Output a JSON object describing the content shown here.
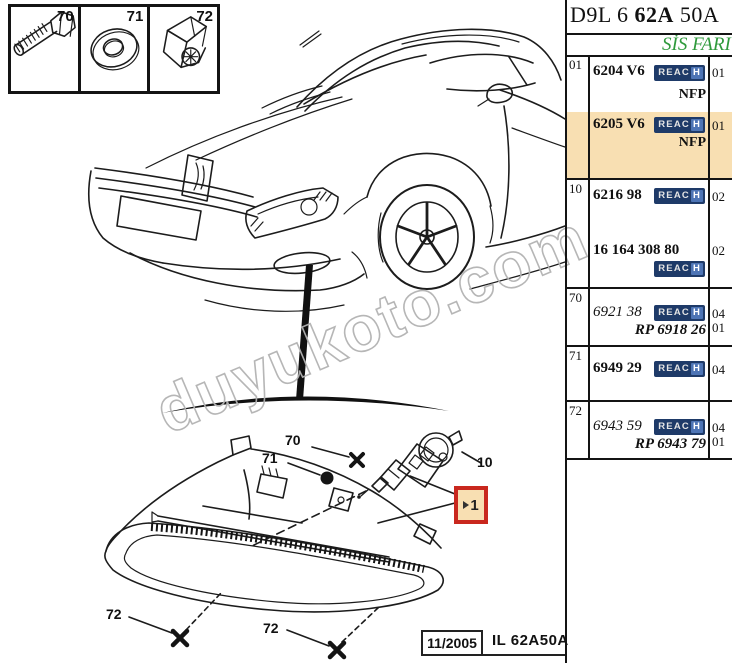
{
  "colors": {
    "highlight": "#f8dfb2",
    "alert_red": "#c9281e",
    "reach_bg": "#1e3a68",
    "reach_h_bg": "#4d74b5",
    "subtitle_green": "#2f9a3c"
  },
  "header": {
    "title_p1": "D9L 6 ",
    "title_p2": "62A",
    "title_p3": " 50A",
    "subtitle": "SİS FARI"
  },
  "labels": {
    "reach_main": "REAC",
    "reach_h": "H"
  },
  "table": {
    "rows": [
      {
        "ref": "01",
        "part": "6204 V6",
        "qty": "01",
        "note": "NFP"
      },
      {
        "part": "6205 V6",
        "qty": "01",
        "note": "NFP",
        "highlighted": true
      },
      {
        "ref": "10",
        "part": "6216 98",
        "qty": "02"
      },
      {
        "part": "16 164 308 80",
        "qty": "02"
      },
      {
        "ref": "70",
        "part": "6921 38",
        "qty": "04",
        "rp": "RP 6918 26",
        "rp_qty": "01"
      },
      {
        "ref": "71",
        "part": "6949 29",
        "qty": "04"
      },
      {
        "ref": "72",
        "part": "6943 59",
        "qty": "04",
        "rp": "RP 6943 79",
        "rp_qty": "01"
      }
    ]
  },
  "legend": {
    "items": [
      {
        "num": "70",
        "icon": "bolt-icon"
      },
      {
        "num": "71",
        "icon": "washer-icon"
      },
      {
        "num": "72",
        "icon": "clip-icon"
      }
    ]
  },
  "callouts": {
    "c70": "70",
    "c71": "71",
    "c10": "10",
    "c1": "1",
    "c72a": "72",
    "c72b": "72"
  },
  "footer": {
    "date": "11/2005",
    "code": "IL 62A50A"
  },
  "watermark": {
    "text": "duyukoto.com"
  }
}
